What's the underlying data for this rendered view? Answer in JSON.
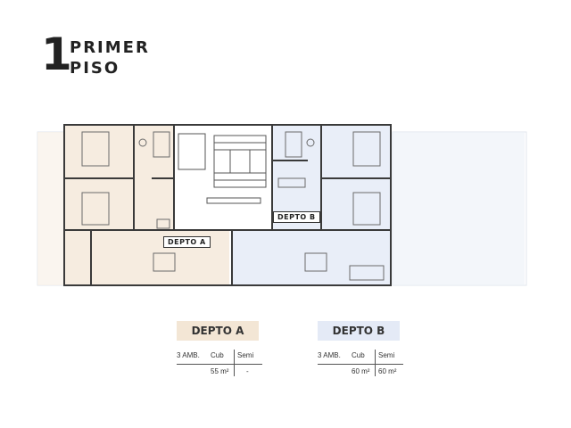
{
  "title": {
    "number": "1",
    "line1": "PRIMER",
    "line2": "PISO"
  },
  "plan_labels": {
    "depto_a": "DEPTO A",
    "depto_b": "DEPTO B"
  },
  "colors": {
    "depto_a_fill": "#f6ece0",
    "depto_b_fill": "#e9eef8",
    "wall": "#3a3a3a"
  },
  "units": [
    {
      "name": "DEPTO A",
      "badge_color": "#f3e6d5",
      "headers": [
        "3 AMB.",
        "Cub",
        "Semi"
      ],
      "values": [
        "55 m²",
        "-"
      ]
    },
    {
      "name": "DEPTO B",
      "badge_color": "#e4eaf6",
      "headers": [
        "3 AMB.",
        "Cub",
        "Semi"
      ],
      "values": [
        "60 m²",
        "60 m²"
      ]
    }
  ]
}
